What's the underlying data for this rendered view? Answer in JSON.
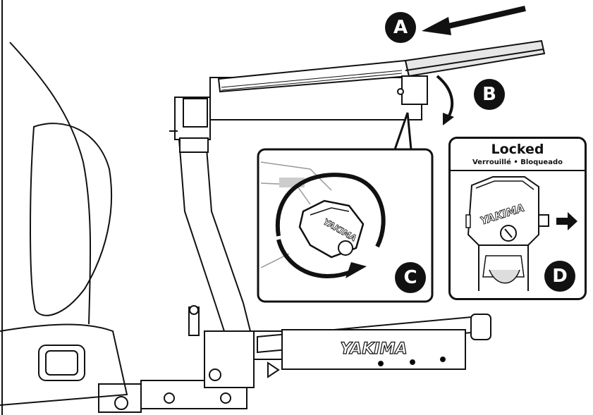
{
  "steps": {
    "a": "A",
    "b": "B",
    "c": "C",
    "d": "D"
  },
  "locked_panel": {
    "title": "Locked",
    "subtitle": "Verrouillé • Bloqueado"
  },
  "brand": {
    "name": "YAKIMA"
  },
  "colors": {
    "ink": "#111111",
    "fill": "#ffffff",
    "shade": "#d9d9d9"
  }
}
